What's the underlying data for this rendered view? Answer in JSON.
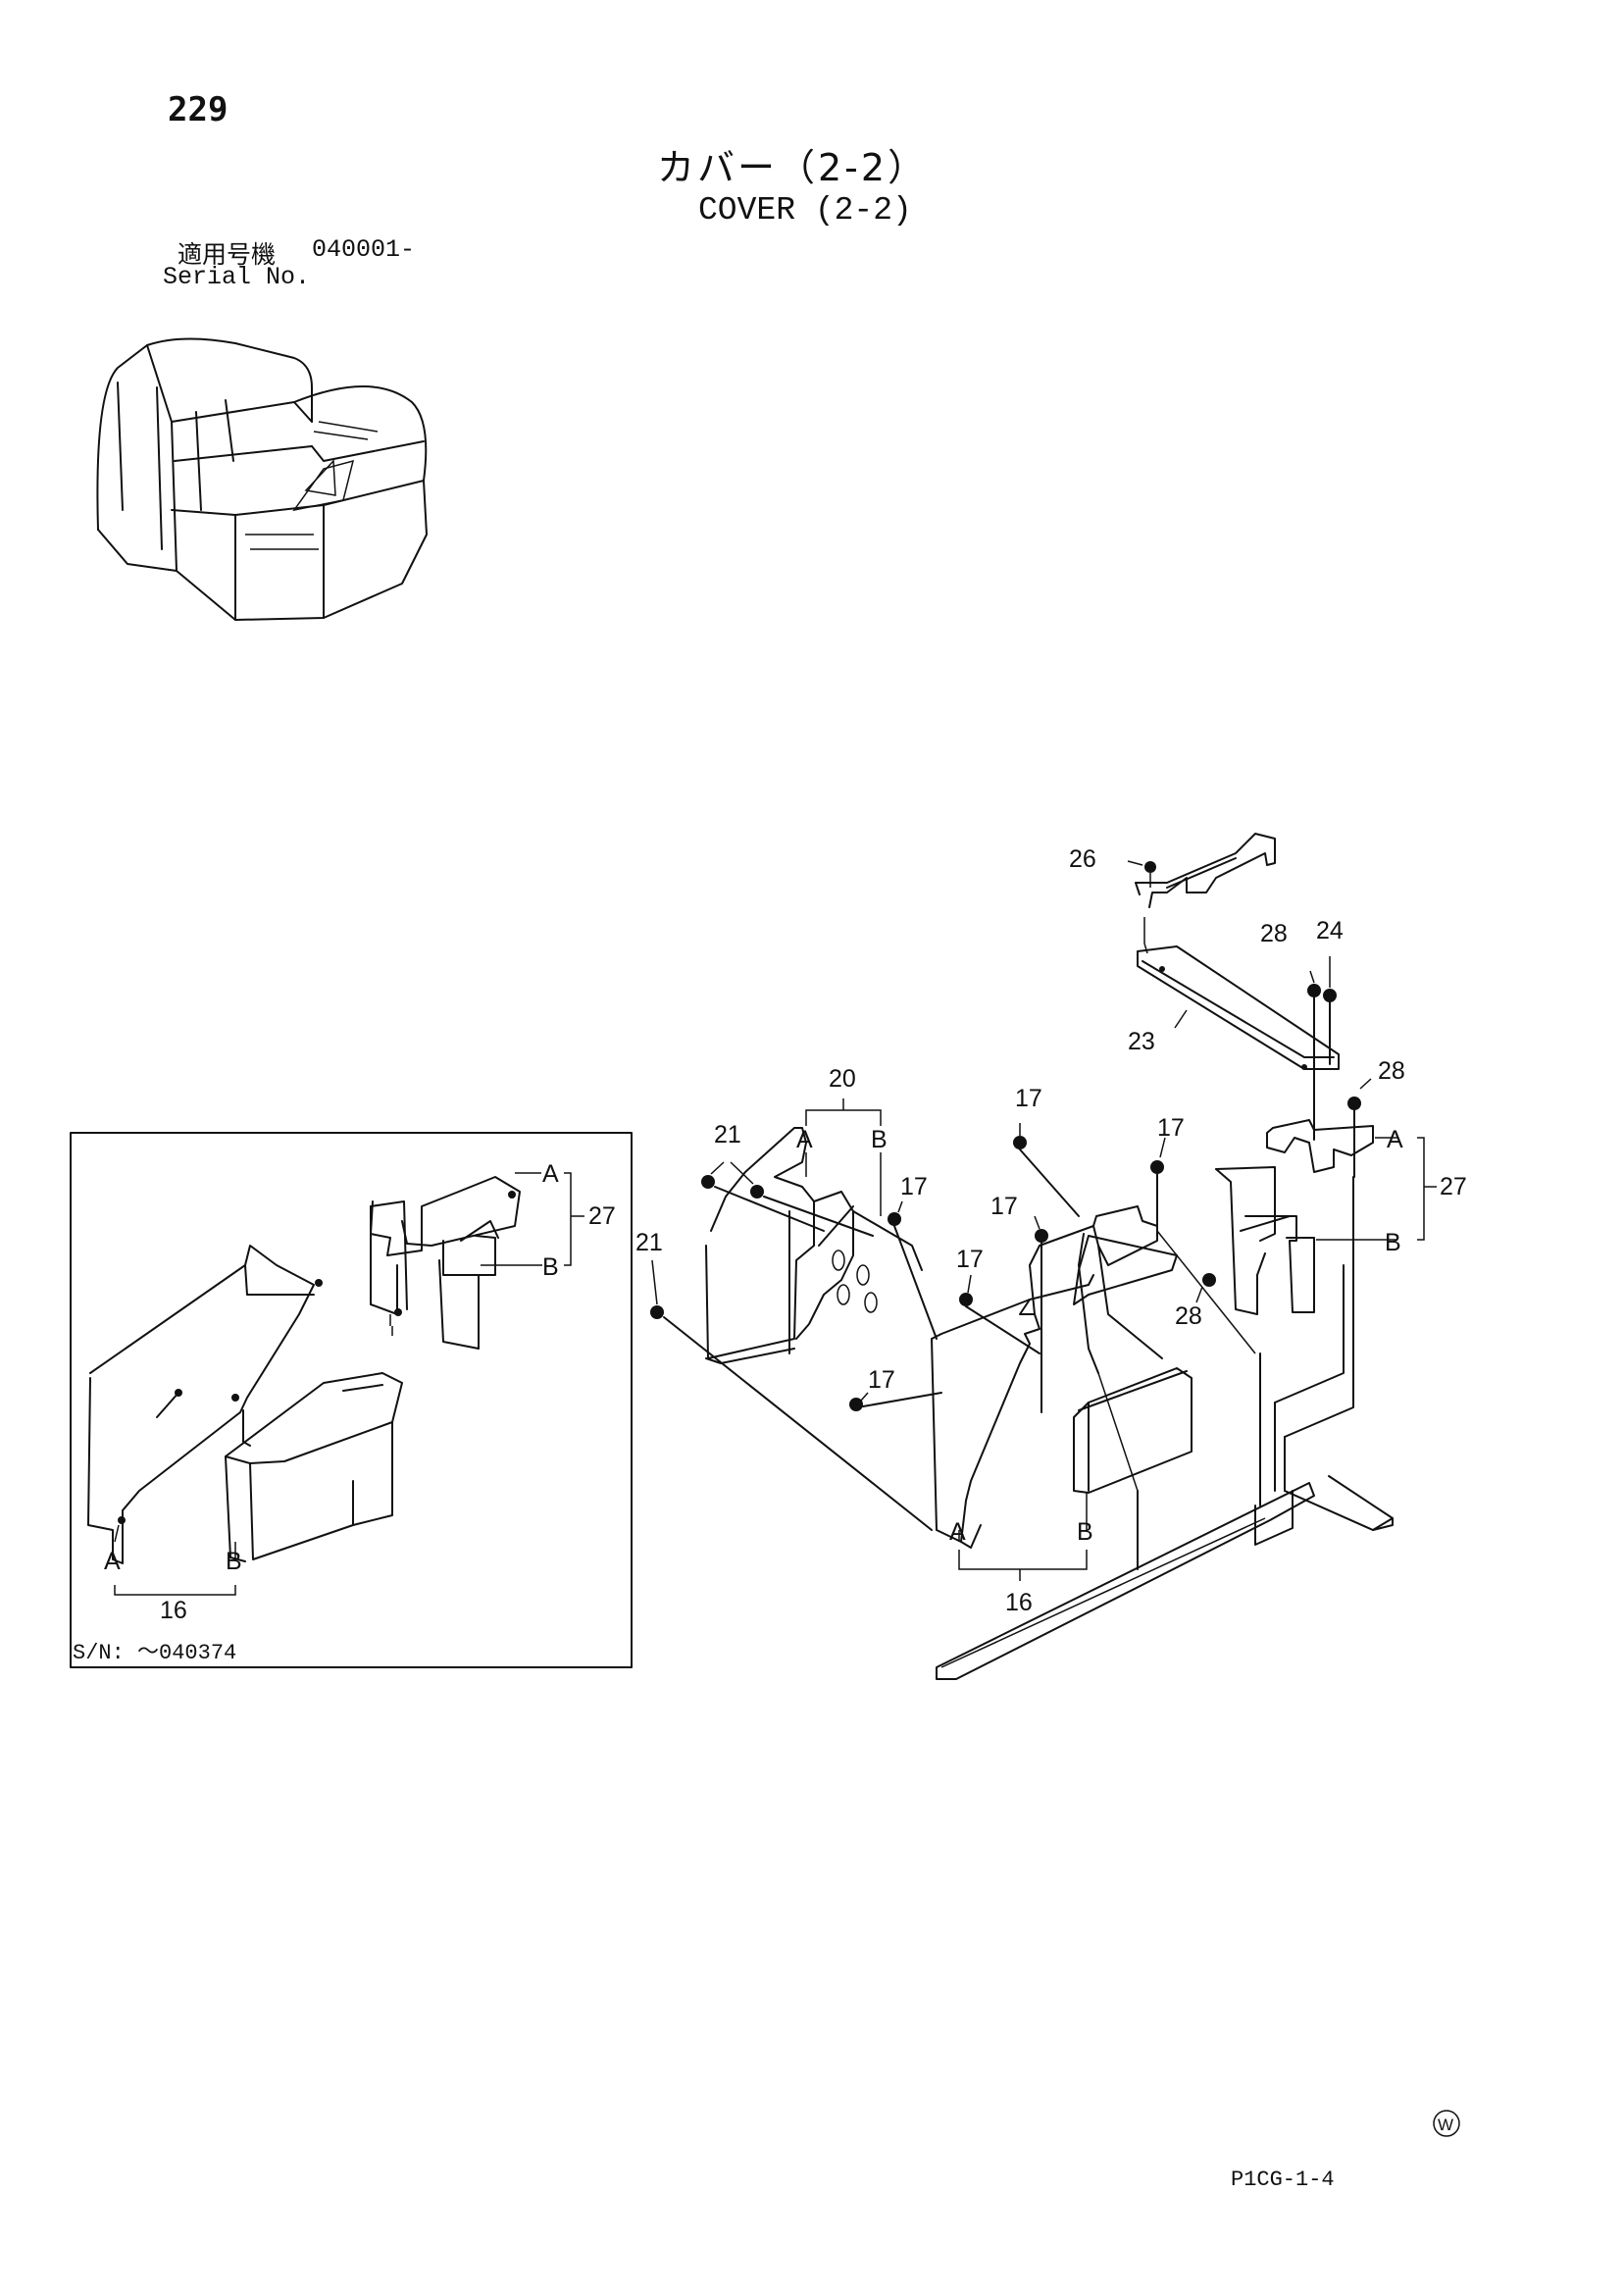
{
  "page": {
    "number": "229",
    "title_jp": "カバー（2-2）",
    "title_en": "COVER (2-2)",
    "serial_label_jp": "適用号機",
    "serial_value": "040001-",
    "serial_label_en": "Serial No.",
    "drawing_code": "P1CG-1-4",
    "watermark": "W"
  },
  "inset": {
    "serial_range": "S/N: ～040374"
  },
  "callouts": {
    "c16": "16",
    "c17": "17",
    "c20": "20",
    "c21": "21",
    "c23": "23",
    "c24": "24",
    "c26": "26",
    "c27": "27",
    "c28": "28",
    "a": "A",
    "b": "B"
  }
}
